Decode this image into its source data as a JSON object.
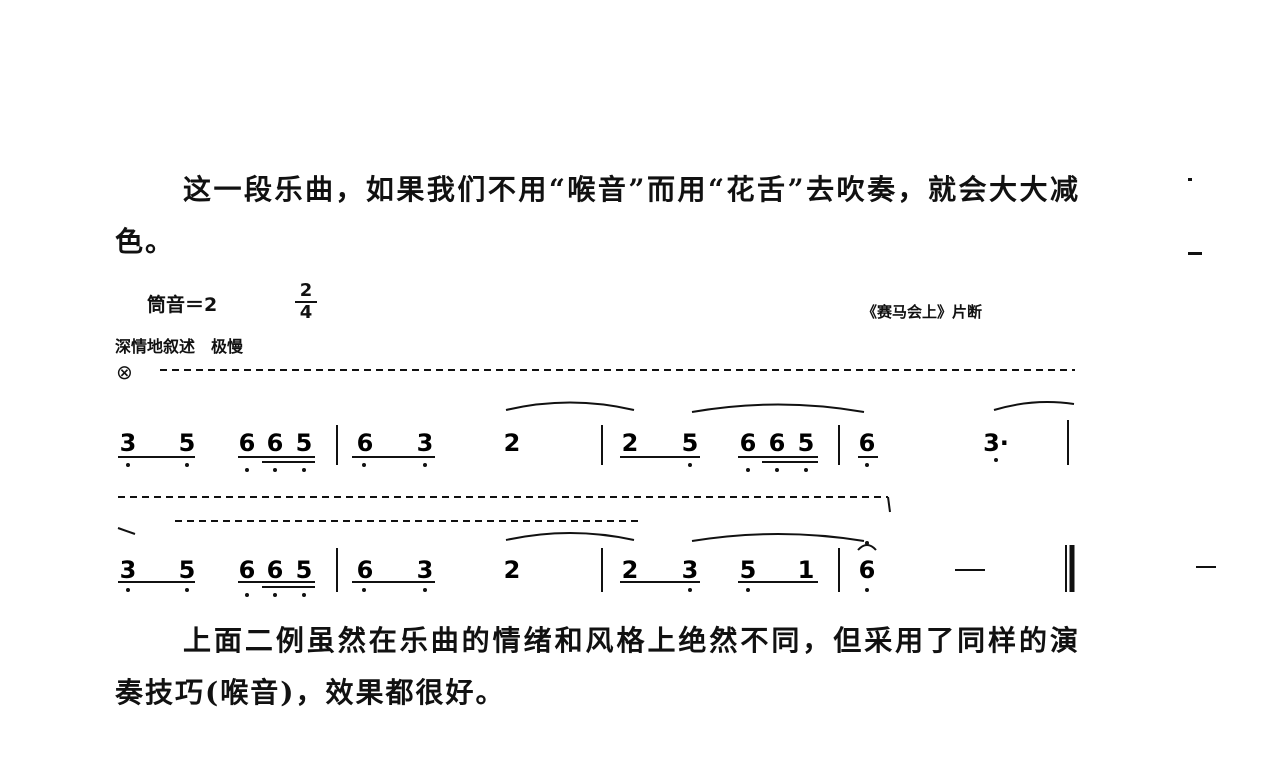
{
  "paragraphs": {
    "intro": "这一段乐曲，如果我们不用“喉音”而用“花舌”去吹奏，就会大大减色。",
    "closing": "上面二例虽然在乐曲的情绪和风格上绝然不同，但采用了同样的演奏技巧(喉音)，效果都很好。"
  },
  "score": {
    "key": "筒音＝2",
    "time_signature": {
      "numerator": "2",
      "denominator": "4"
    },
    "source": "《赛马会上》片断",
    "expression": "深情地叙述　极慢",
    "technique_symbol": "⊗",
    "line1": {
      "notes": [
        "3",
        "5",
        "6",
        "6",
        "5",
        "6",
        "3",
        "2",
        "2",
        "5",
        "6",
        "6",
        "5",
        "6",
        "3·"
      ]
    },
    "line2": {
      "notes": [
        "3",
        "5",
        "6",
        "6",
        "5",
        "6",
        "3",
        "2",
        "2",
        "3",
        "5",
        "1",
        "6",
        "—"
      ]
    }
  }
}
